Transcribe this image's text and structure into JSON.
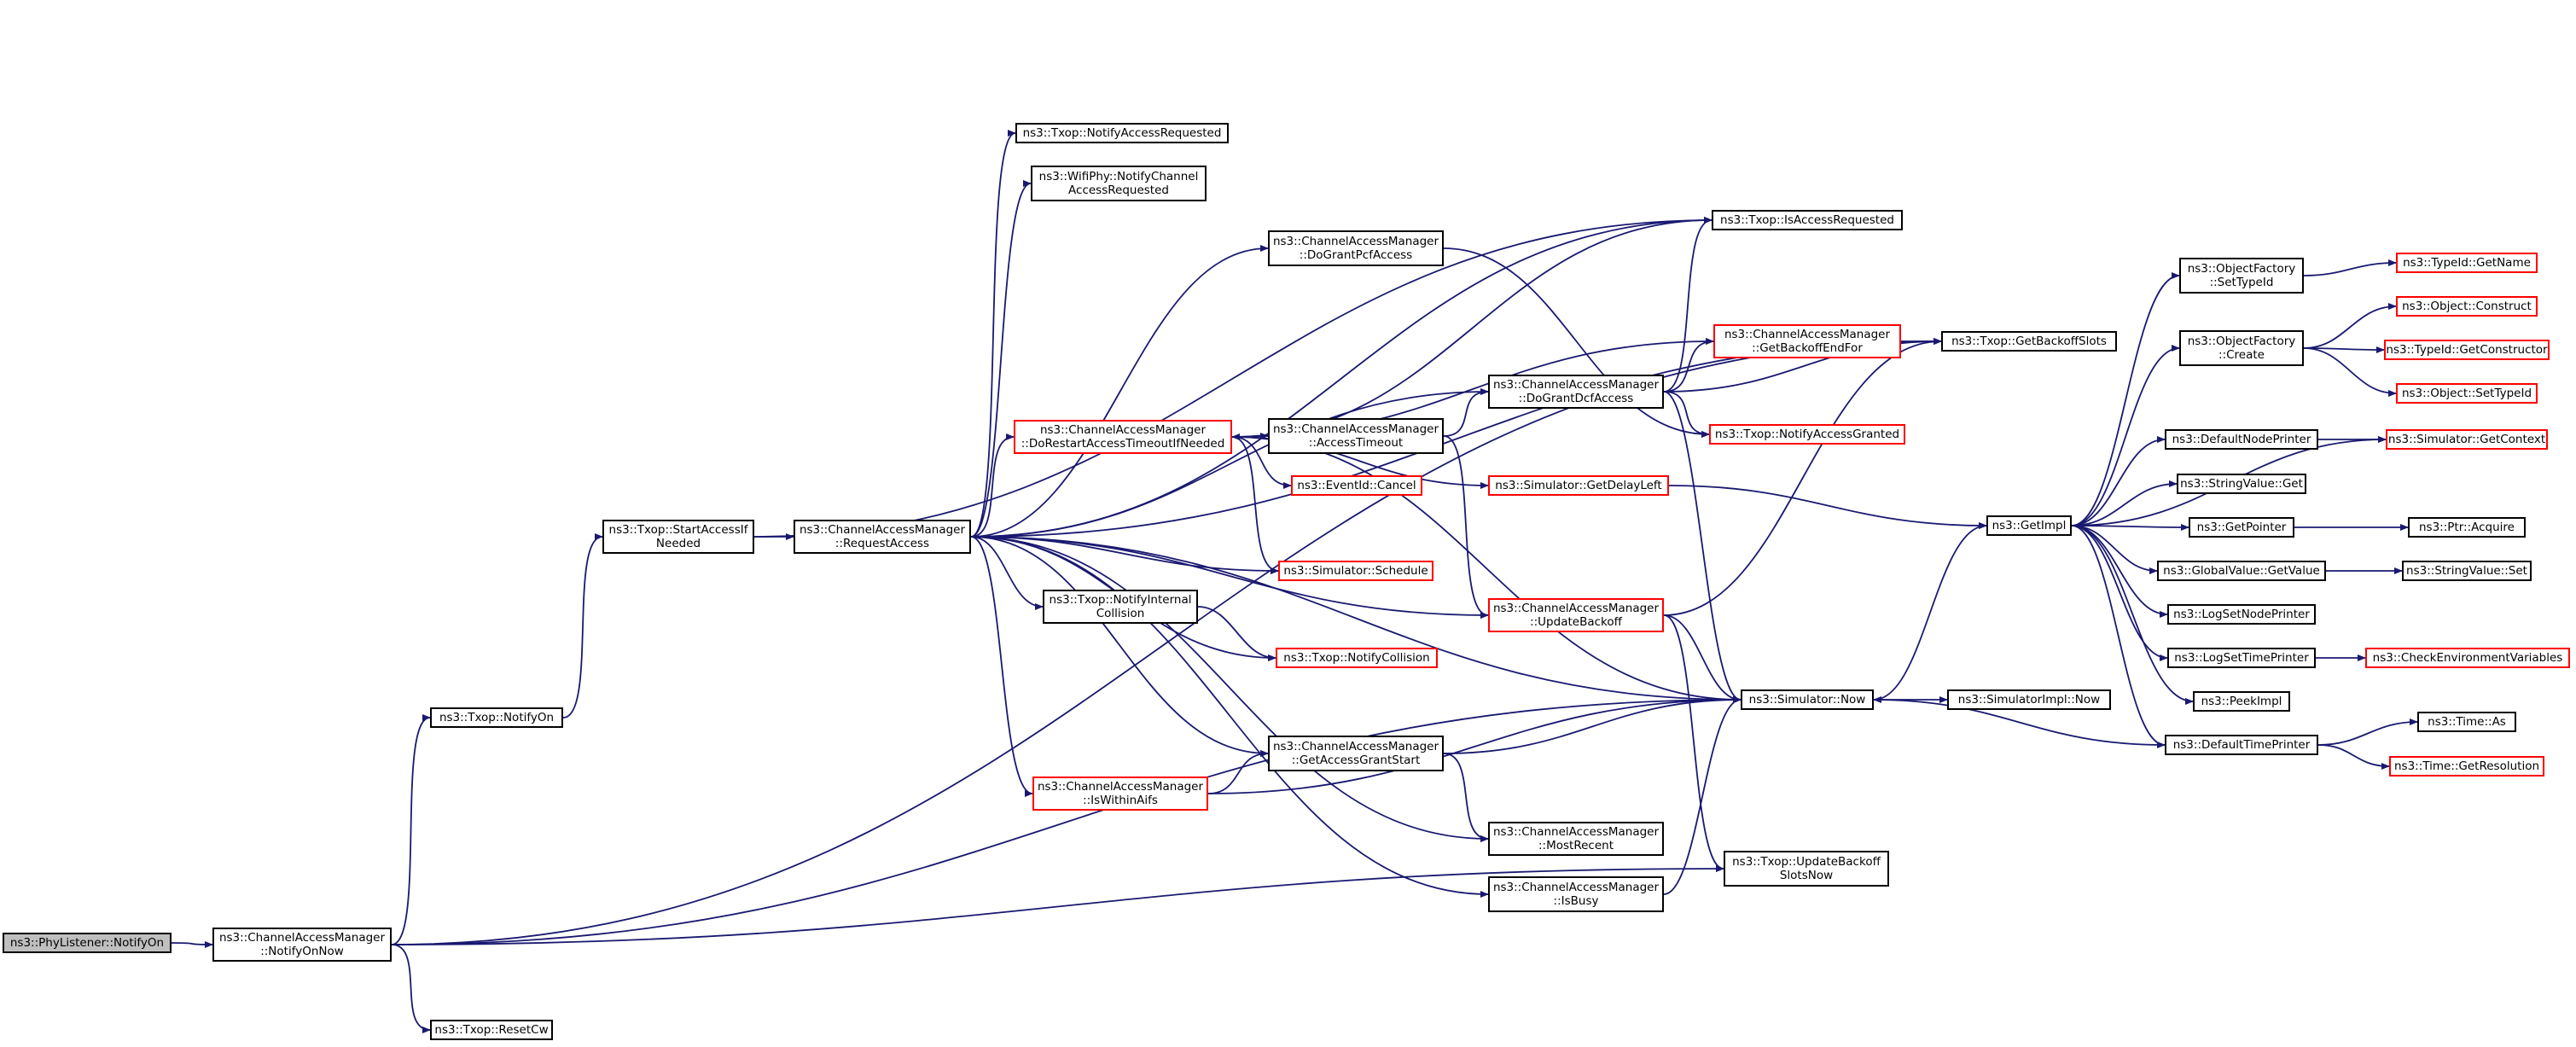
{
  "colors": {
    "edge": "#191970",
    "node_border": "#000000",
    "truncated_border": "#ff0000",
    "root_fill": "#bfbfbf"
  },
  "nodes": {
    "phylistener_notifyon": {
      "lines": [
        "ns3::PhyListener::NotifyOn"
      ],
      "red": false,
      "root": true
    },
    "cam_notifyonnow": {
      "lines": [
        "ns3::ChannelAccessManager",
        "::NotifyOnNow"
      ],
      "red": false
    },
    "txop_notifyon": {
      "lines": [
        "ns3::Txop::NotifyOn"
      ],
      "red": false
    },
    "txop_resetcw": {
      "lines": [
        "ns3::Txop::ResetCw"
      ],
      "red": false
    },
    "txop_startaccessifneeded": {
      "lines": [
        "ns3::Txop::StartAccessIf",
        "Needed"
      ],
      "red": false
    },
    "cam_requestaccess": {
      "lines": [
        "ns3::ChannelAccessManager",
        "::RequestAccess"
      ],
      "red": false
    },
    "txop_notifyaccessrequested": {
      "lines": [
        "ns3::Txop::NotifyAccessRequested"
      ],
      "red": false
    },
    "wifiphy_notifychannelaccessrequested": {
      "lines": [
        "ns3::WifiPhy::NotifyChannel",
        "AccessRequested"
      ],
      "red": false
    },
    "cam_dorestartaccesstimeoutifneeded": {
      "lines": [
        "ns3::ChannelAccessManager",
        "::DoRestartAccessTimeoutIfNeeded"
      ],
      "red": true
    },
    "txop_notifyinternalcollision": {
      "lines": [
        "ns3::Txop::NotifyInternal",
        "Collision"
      ],
      "red": false
    },
    "cam_iswithinaifs": {
      "lines": [
        "ns3::ChannelAccessManager",
        "::IsWithinAifs"
      ],
      "red": true
    },
    "cam_dograntpcfaccess": {
      "lines": [
        "ns3::ChannelAccessManager",
        "::DoGrantPcfAccess"
      ],
      "red": false
    },
    "cam_accesstimeout": {
      "lines": [
        "ns3::ChannelAccessManager",
        "::AccessTimeout"
      ],
      "red": false
    },
    "eventid_cancel": {
      "lines": [
        "ns3::EventId::Cancel"
      ],
      "red": true
    },
    "simulator_schedule": {
      "lines": [
        "ns3::Simulator::Schedule"
      ],
      "red": true
    },
    "txop_notifycollision": {
      "lines": [
        "ns3::Txop::NotifyCollision"
      ],
      "red": true
    },
    "cam_getaccessgrantstart": {
      "lines": [
        "ns3::ChannelAccessManager",
        "::GetAccessGrantStart"
      ],
      "red": false
    },
    "cam_dograntdcfaccess": {
      "lines": [
        "ns3::ChannelAccessManager",
        "::DoGrantDcfAccess"
      ],
      "red": false
    },
    "simulator_getdelayleft": {
      "lines": [
        "ns3::Simulator::GetDelayLeft"
      ],
      "red": true
    },
    "cam_updatebackoff": {
      "lines": [
        "ns3::ChannelAccessManager",
        "::UpdateBackoff"
      ],
      "red": true
    },
    "cam_mostrecent": {
      "lines": [
        "ns3::ChannelAccessManager",
        "::MostRecent"
      ],
      "red": false
    },
    "cam_isbusy": {
      "lines": [
        "ns3::ChannelAccessManager",
        "::IsBusy"
      ],
      "red": false
    },
    "txop_isaccessrequested": {
      "lines": [
        "ns3::Txop::IsAccessRequested"
      ],
      "red": false
    },
    "cam_getbackoffendfor": {
      "lines": [
        "ns3::ChannelAccessManager",
        "::GetBackoffEndFor"
      ],
      "red": true
    },
    "txop_notifyaccessgranted": {
      "lines": [
        "ns3::Txop::NotifyAccessGranted"
      ],
      "red": true
    },
    "simulator_now": {
      "lines": [
        "ns3::Simulator::Now"
      ],
      "red": false
    },
    "txop_updatebackoffslotsnow": {
      "lines": [
        "ns3::Txop::UpdateBackoff",
        "SlotsNow"
      ],
      "red": false
    },
    "txop_getbackoffslots": {
      "lines": [
        "ns3::Txop::GetBackoffSlots"
      ],
      "red": false
    },
    "simulatorimpl_now": {
      "lines": [
        "ns3::SimulatorImpl::Now"
      ],
      "red": false
    },
    "getimpl": {
      "lines": [
        "ns3::GetImpl"
      ],
      "red": false
    },
    "objectfactory_settypeid": {
      "lines": [
        "ns3::ObjectFactory",
        "::SetTypeId"
      ],
      "red": false
    },
    "objectfactory_create": {
      "lines": [
        "ns3::ObjectFactory",
        "::Create"
      ],
      "red": false
    },
    "defaultnodeprinter": {
      "lines": [
        "ns3::DefaultNodePrinter"
      ],
      "red": false
    },
    "stringvalue_get": {
      "lines": [
        "ns3::StringValue::Get"
      ],
      "red": false
    },
    "getpointer": {
      "lines": [
        "ns3::GetPointer"
      ],
      "red": false
    },
    "globalvalue_getvalue": {
      "lines": [
        "ns3::GlobalValue::GetValue"
      ],
      "red": false
    },
    "logsetnodeprinter": {
      "lines": [
        "ns3::LogSetNodePrinter"
      ],
      "red": false
    },
    "logsettimeprinter": {
      "lines": [
        "ns3::LogSetTimePrinter"
      ],
      "red": false
    },
    "peekimpl": {
      "lines": [
        "ns3::PeekImpl"
      ],
      "red": false
    },
    "defaulttimeprinter": {
      "lines": [
        "ns3::DefaultTimePrinter"
      ],
      "red": false
    },
    "typeid_getname": {
      "lines": [
        "ns3::TypeId::GetName"
      ],
      "red": true
    },
    "object_construct": {
      "lines": [
        "ns3::Object::Construct"
      ],
      "red": true
    },
    "typeid_getconstructor": {
      "lines": [
        "ns3::TypeId::GetConstructor"
      ],
      "red": true
    },
    "object_settypeid": {
      "lines": [
        "ns3::Object::SetTypeId"
      ],
      "red": true
    },
    "simulator_getcontext": {
      "lines": [
        "ns3::Simulator::GetContext"
      ],
      "red": true
    },
    "ptr_acquire": {
      "lines": [
        "ns3::Ptr::Acquire"
      ],
      "red": false
    },
    "stringvalue_set": {
      "lines": [
        "ns3::StringValue::Set"
      ],
      "red": false
    },
    "checkenvironmentvariables": {
      "lines": [
        "ns3::CheckEnvironmentVariables"
      ],
      "red": true
    },
    "time_as": {
      "lines": [
        "ns3::Time::As"
      ],
      "red": false
    },
    "time_getresolution": {
      "lines": [
        "ns3::Time::GetResolution"
      ],
      "red": true
    }
  },
  "edges": [
    [
      "phylistener_notifyon",
      "cam_notifyonnow"
    ],
    [
      "cam_notifyonnow",
      "txop_notifyon"
    ],
    [
      "cam_notifyonnow",
      "txop_resetcw"
    ],
    [
      "cam_notifyonnow",
      "txop_getbackoffslots"
    ],
    [
      "cam_notifyonnow",
      "simulator_now"
    ],
    [
      "cam_notifyonnow",
      "txop_updatebackoffslotsnow"
    ],
    [
      "txop_notifyon",
      "txop_startaccessifneeded"
    ],
    [
      "txop_startaccessifneeded",
      "cam_requestaccess"
    ],
    [
      "txop_startaccessifneeded",
      "txop_isaccessrequested"
    ],
    [
      "cam_requestaccess",
      "txop_notifyaccessrequested"
    ],
    [
      "cam_requestaccess",
      "wifiphy_notifychannelaccessrequested"
    ],
    [
      "cam_requestaccess",
      "txop_isaccessrequested"
    ],
    [
      "cam_requestaccess",
      "cam_dograntpcfaccess"
    ],
    [
      "cam_requestaccess",
      "cam_dorestartaccesstimeoutifneeded"
    ],
    [
      "cam_requestaccess",
      "txop_getbackoffslots"
    ],
    [
      "cam_requestaccess",
      "cam_dograntdcfaccess"
    ],
    [
      "cam_requestaccess",
      "simulator_schedule"
    ],
    [
      "cam_requestaccess",
      "txop_notifyinternalcollision"
    ],
    [
      "cam_requestaccess",
      "cam_updatebackoff"
    ],
    [
      "cam_requestaccess",
      "txop_notifycollision"
    ],
    [
      "cam_requestaccess",
      "simulator_now"
    ],
    [
      "cam_requestaccess",
      "cam_getaccessgrantstart"
    ],
    [
      "cam_requestaccess",
      "cam_iswithinaifs"
    ],
    [
      "cam_requestaccess",
      "cam_mostrecent"
    ],
    [
      "cam_requestaccess",
      "cam_isbusy"
    ],
    [
      "cam_dograntpcfaccess",
      "txop_notifyaccessgranted"
    ],
    [
      "cam_dorestartaccesstimeoutifneeded",
      "cam_accesstimeout"
    ],
    [
      "cam_dorestartaccesstimeoutifneeded",
      "eventid_cancel"
    ],
    [
      "cam_dorestartaccesstimeoutifneeded",
      "simulator_schedule"
    ],
    [
      "cam_dorestartaccesstimeoutifneeded",
      "simulator_getdelayleft"
    ],
    [
      "cam_dorestartaccesstimeoutifneeded",
      "simulator_now"
    ],
    [
      "cam_dorestartaccesstimeoutifneeded",
      "txop_isaccessrequested"
    ],
    [
      "cam_dorestartaccesstimeoutifneeded",
      "cam_getbackoffendfor"
    ],
    [
      "cam_accesstimeout",
      "cam_dorestartaccesstimeoutifneeded"
    ],
    [
      "cam_accesstimeout",
      "cam_dograntdcfaccess"
    ],
    [
      "cam_accesstimeout",
      "cam_updatebackoff"
    ],
    [
      "txop_notifyinternalcollision",
      "txop_notifycollision"
    ],
    [
      "cam_iswithinaifs",
      "cam_getaccessgrantstart"
    ],
    [
      "cam_iswithinaifs",
      "simulator_now"
    ],
    [
      "cam_getaccessgrantstart",
      "simulator_now"
    ],
    [
      "cam_getaccessgrantstart",
      "cam_mostrecent"
    ],
    [
      "cam_dograntdcfaccess",
      "txop_isaccessrequested"
    ],
    [
      "cam_dograntdcfaccess",
      "cam_getbackoffendfor"
    ],
    [
      "cam_dograntdcfaccess",
      "txop_getbackoffslots"
    ],
    [
      "cam_dograntdcfaccess",
      "txop_notifyaccessgranted"
    ],
    [
      "cam_dograntdcfaccess",
      "simulator_now"
    ],
    [
      "cam_getbackoffendfor",
      "txop_getbackoffslots"
    ],
    [
      "simulator_getdelayleft",
      "getimpl"
    ],
    [
      "cam_updatebackoff",
      "txop_getbackoffslots"
    ],
    [
      "cam_updatebackoff",
      "simulator_now"
    ],
    [
      "cam_updatebackoff",
      "txop_updatebackoffslotsnow"
    ],
    [
      "cam_isbusy",
      "simulator_now"
    ],
    [
      "simulator_now",
      "simulatorimpl_now"
    ],
    [
      "simulator_now",
      "getimpl"
    ],
    [
      "getimpl",
      "objectfactory_settypeid"
    ],
    [
      "getimpl",
      "objectfactory_create"
    ],
    [
      "getimpl",
      "defaultnodeprinter"
    ],
    [
      "getimpl",
      "simulator_getcontext"
    ],
    [
      "getimpl",
      "stringvalue_get"
    ],
    [
      "getimpl",
      "getpointer"
    ],
    [
      "getimpl",
      "globalvalue_getvalue"
    ],
    [
      "getimpl",
      "logsetnodeprinter"
    ],
    [
      "getimpl",
      "logsettimeprinter"
    ],
    [
      "getimpl",
      "peekimpl"
    ],
    [
      "getimpl",
      "defaulttimeprinter"
    ],
    [
      "objectfactory_settypeid",
      "typeid_getname"
    ],
    [
      "objectfactory_create",
      "object_construct"
    ],
    [
      "objectfactory_create",
      "typeid_getconstructor"
    ],
    [
      "objectfactory_create",
      "object_settypeid"
    ],
    [
      "defaultnodeprinter",
      "simulator_getcontext"
    ],
    [
      "getpointer",
      "ptr_acquire"
    ],
    [
      "globalvalue_getvalue",
      "stringvalue_set"
    ],
    [
      "logsettimeprinter",
      "checkenvironmentvariables"
    ],
    [
      "defaulttimeprinter",
      "time_as"
    ],
    [
      "defaulttimeprinter",
      "time_getresolution"
    ],
    [
      "defaulttimeprinter",
      "simulator_now"
    ]
  ]
}
